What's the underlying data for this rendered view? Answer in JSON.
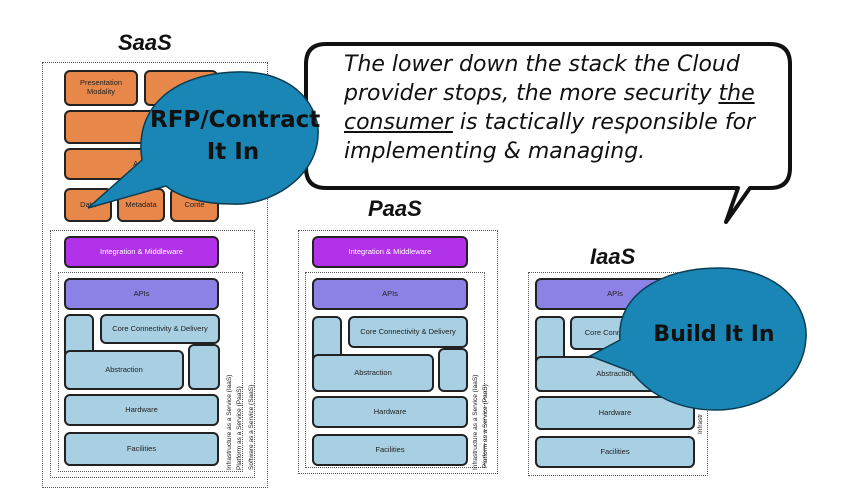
{
  "titles": {
    "saas": "SaaS",
    "paas": "PaaS",
    "iaas": "IaaS"
  },
  "speech": {
    "before": "The lower down the stack the Cloud provider stops, the more security ",
    "underlined": "the consumer",
    "after": " is tactically responsible for implementing & managing."
  },
  "bubbles": {
    "rfp": "RFP/Contract It In",
    "build": "Build It In"
  },
  "saas_layers": {
    "presentation_modality": "Presentation Modality",
    "presentation_platform": "Pr",
    "application": "Appli",
    "data": "Data",
    "metadata": "Metadata",
    "content": "Conte"
  },
  "layers": {
    "integration": "Integration & Middleware",
    "apis": "APIs",
    "core": "Core Connectivity & Delivery",
    "abstraction": "Abstraction",
    "hardware": "Hardware",
    "facilities": "Facilities"
  },
  "side_labels": {
    "iaas": "Infrastructure as a Service (IaaS)",
    "iaas_cut": "Infrastr",
    "paas": "Platform as a Service (PaaS)",
    "saas": "Software as a Service (SaaS)"
  },
  "colors": {
    "orange": "#e8874a",
    "purple": "#b132e8",
    "lavender": "#8c82e6",
    "light_blue": "#a9cfe3",
    "bubble_blue": "#1a86b5"
  }
}
